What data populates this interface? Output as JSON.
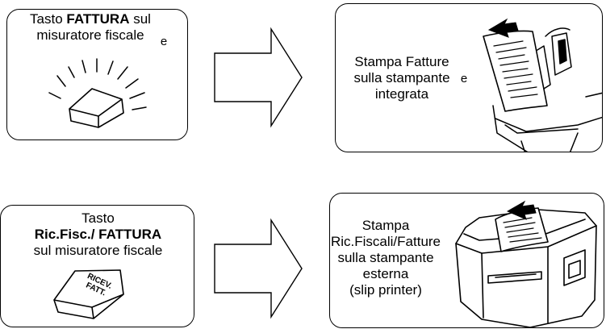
{
  "top_left": {
    "line1_prefix": "Tasto ",
    "line1_bold": "FATTURA",
    "line1_suffix": " sul",
    "line2": "misuratore fiscale",
    "stray_char": "e"
  },
  "top_right": {
    "line1": "Stampa Fatture",
    "line2": "sulla stampante",
    "line3": "integrata",
    "stray_char": "e"
  },
  "bottom_left": {
    "line1": "Tasto",
    "line2": "Ric.Fisc./ FATTURA",
    "line3": "sul misuratore fiscale",
    "key_label_1": "RICEV.",
    "key_label_2": "FATT."
  },
  "bottom_right": {
    "line1": "Stampa",
    "line2": "Ric.Fiscali/Fatture",
    "line3": "sulla stampante",
    "line4": "esterna",
    "line5": "(slip printer)"
  }
}
